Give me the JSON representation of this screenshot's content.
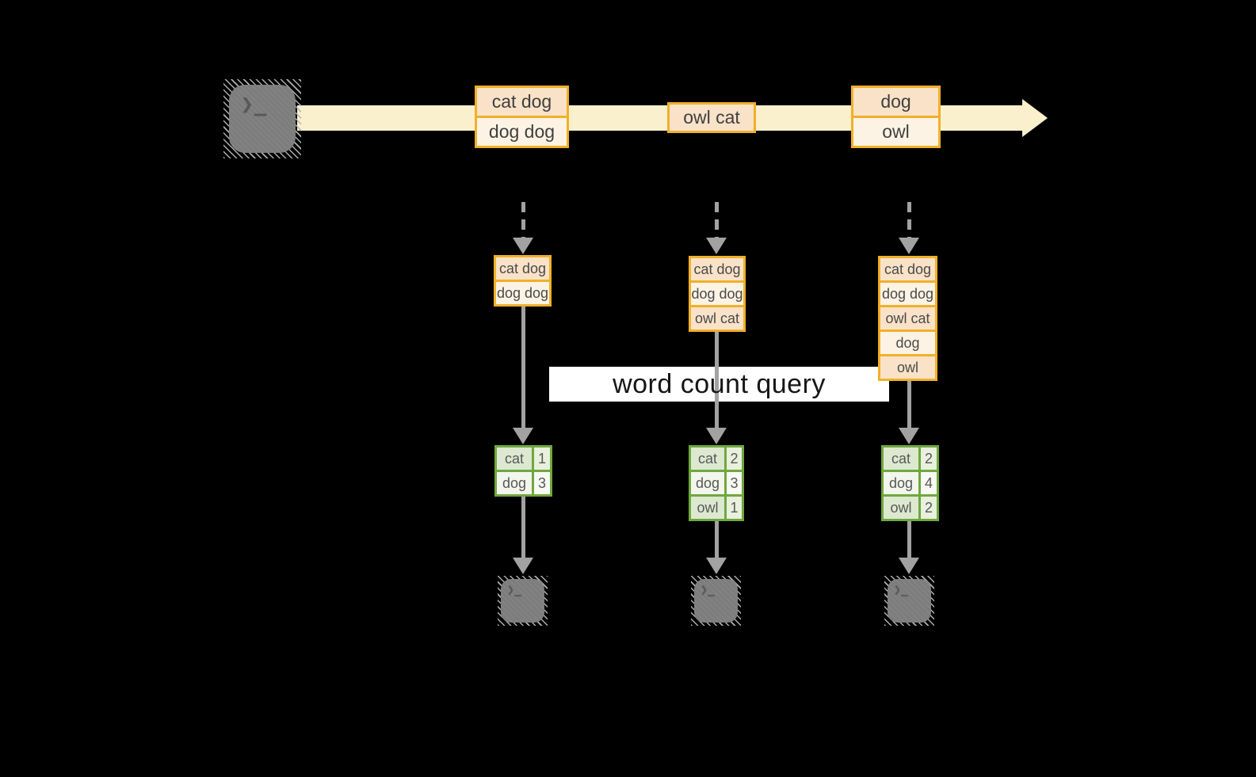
{
  "diagram": {
    "query_label": "word count query",
    "terminal_prompt": "❯_",
    "stream_records": [
      {
        "lines": [
          "cat dog",
          "dog dog"
        ]
      },
      {
        "lines": [
          "owl cat"
        ]
      },
      {
        "lines": [
          "dog",
          "owl"
        ]
      }
    ],
    "columns": [
      {
        "buffer": [
          "cat dog",
          "dog dog"
        ],
        "counts": [
          {
            "word": "cat",
            "count": "1"
          },
          {
            "word": "dog",
            "count": "3"
          }
        ]
      },
      {
        "buffer": [
          "cat dog",
          "dog dog",
          "owl cat"
        ],
        "counts": [
          {
            "word": "cat",
            "count": "2"
          },
          {
            "word": "dog",
            "count": "3"
          },
          {
            "word": "owl",
            "count": "1"
          }
        ]
      },
      {
        "buffer": [
          "cat dog",
          "dog dog",
          "owl cat",
          "dog",
          "owl"
        ],
        "counts": [
          {
            "word": "cat",
            "count": "2"
          },
          {
            "word": "dog",
            "count": "4"
          },
          {
            "word": "owl",
            "count": "2"
          }
        ]
      }
    ],
    "colors": {
      "background": "#000000",
      "stream_band": "#faf0cd",
      "record_border": "#f0b02a",
      "record_fill_dark": "#f9e2c7",
      "record_fill_light": "#fdf3e4",
      "table_border": "#6fa83e",
      "table_fill_green": "#dde8d1",
      "table_fill_white": "#f2f6ed",
      "arrow_gray": "#a2a2a2",
      "terminal_gray": "#7d7d7d"
    }
  }
}
